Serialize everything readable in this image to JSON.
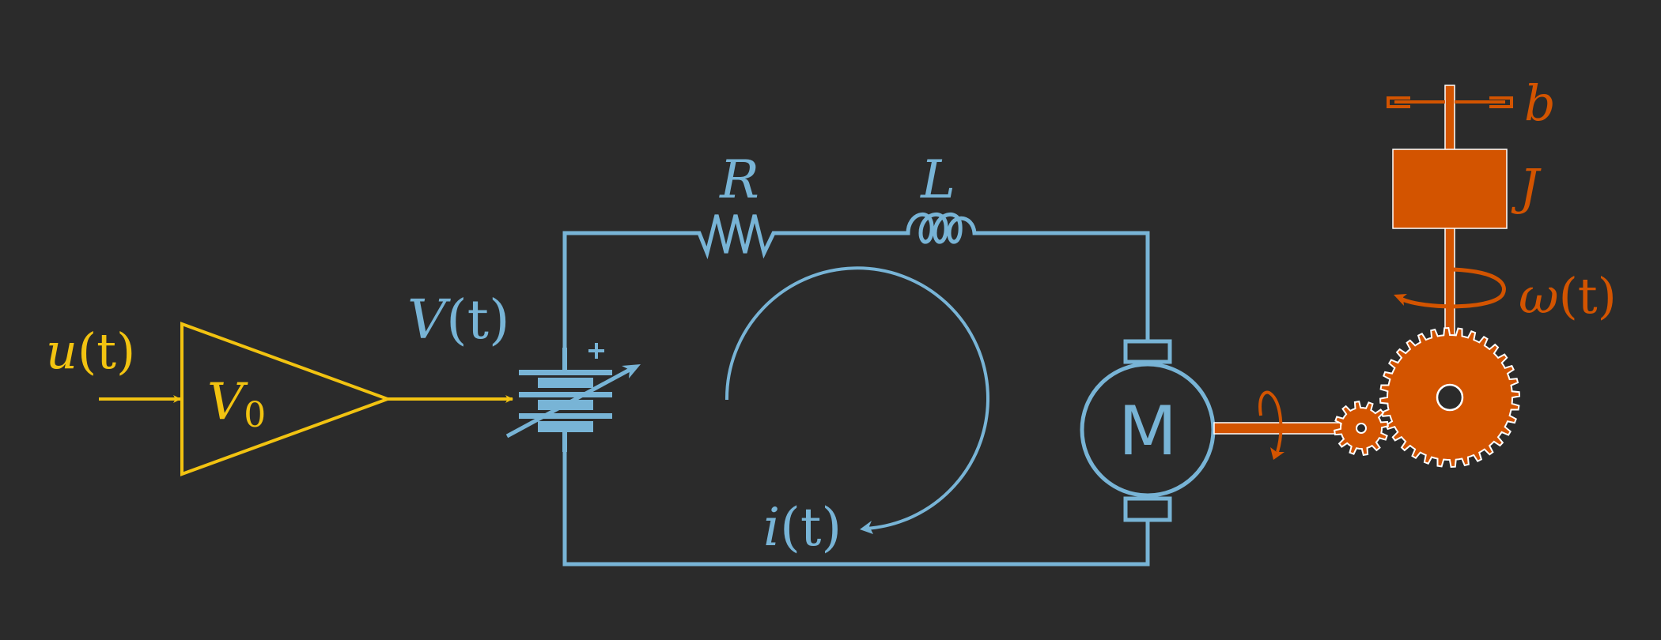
{
  "title": "DC motor driving a geared inertia-damper load",
  "colors": {
    "background": "#2b2b2b",
    "signal": "#f2c311",
    "electrical": "#78b4d6",
    "mechanical": "#d35400",
    "outline": "#ffffff"
  },
  "labels": {
    "input": {
      "var": "u",
      "arg": "(t)"
    },
    "amplifier": {
      "var": "V",
      "sub": "0"
    },
    "voltage": {
      "var": "V",
      "arg": "(t)"
    },
    "battery_polarity": "+",
    "resistor": "R",
    "inductor": "L",
    "current": {
      "var": "i",
      "arg": "(t)"
    },
    "motor": "M",
    "damper": "b",
    "inertia": "J",
    "angular_velocity": {
      "var": "ω",
      "arg": "(t)"
    }
  },
  "components": [
    {
      "id": "amplifier",
      "kind": "gain-triangle"
    },
    {
      "id": "source",
      "kind": "variable-battery"
    },
    {
      "id": "resistor",
      "kind": "resistor"
    },
    {
      "id": "inductor",
      "kind": "inductor"
    },
    {
      "id": "motor",
      "kind": "dc-motor"
    },
    {
      "id": "pinion",
      "kind": "gear",
      "teeth": 12
    },
    {
      "id": "gear",
      "kind": "gear",
      "teeth": 32
    },
    {
      "id": "inertia",
      "kind": "mass"
    },
    {
      "id": "damper",
      "kind": "rotational-damper"
    }
  ]
}
